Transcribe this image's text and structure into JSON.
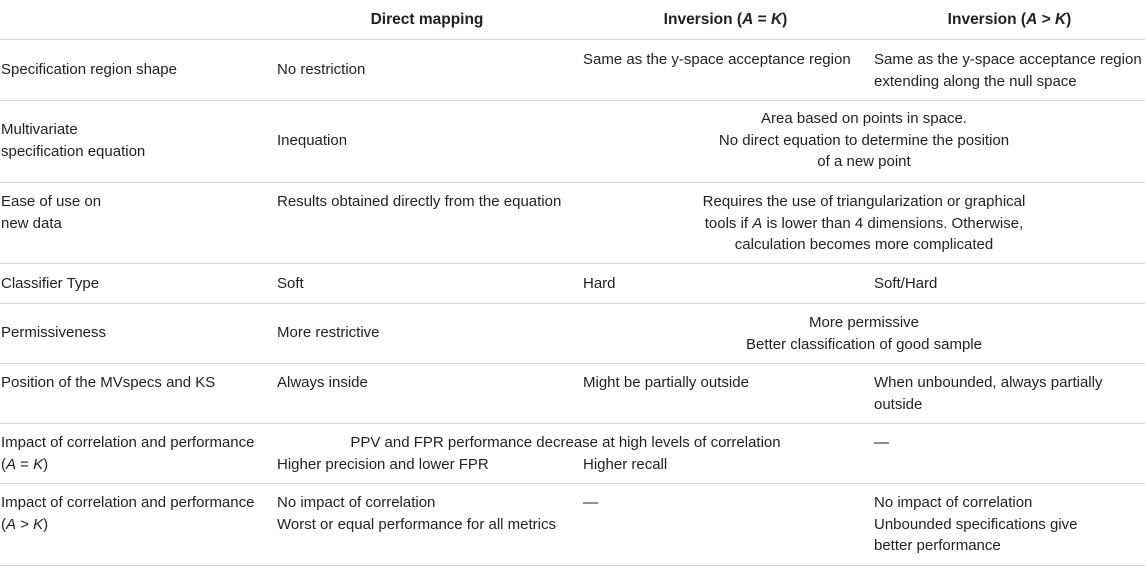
{
  "header": {
    "col1": "Direct mapping",
    "col2_prefix": "Inversion (",
    "col2_a": "A",
    "col2_mid": " = ",
    "col2_k": "K",
    "col2_suffix": ")",
    "col3_prefix": "Inversion (",
    "col3_a": "A",
    "col3_mid": " > ",
    "col3_k": "K",
    "col3_suffix": ")"
  },
  "rows": {
    "shape": {
      "label": "Specification region shape",
      "direct": "No restriction",
      "inv_eq": "Same as the y-space acceptance region",
      "inv_gt": "Same as the y-space acceptance region\nextending along the null space"
    },
    "equation": {
      "label": "Multivariate\nspecification equation",
      "direct": "Inequation",
      "inversion": "Area based on points in space.\nNo direct equation to determine the position\nof a new point"
    },
    "ease": {
      "label": "Ease of use on\nnew data",
      "direct": "Results obtained directly from the equation",
      "inversion_pre": "Requires the use of triangularization or graphical\ntools if ",
      "inversion_var": "A",
      "inversion_post": " is lower than 4 dimensions. Otherwise,\ncalculation becomes more complicated"
    },
    "classifier": {
      "label": "Classifier Type",
      "direct": "Soft",
      "inv_eq": "Hard",
      "inv_gt": "Soft/Hard"
    },
    "permissive": {
      "label": "Permissiveness",
      "direct": "More restrictive",
      "inversion": "More permissive\nBetter classification of good sample"
    },
    "position": {
      "label": "Position of the MVspecs and KS",
      "direct": "Always inside",
      "inv_eq": "Might be partially outside",
      "inv_gt": "When unbounded, always partially\noutside"
    },
    "impact_eq": {
      "label_line1": "Impact of correlation and performance",
      "label_line2_pre": "(",
      "label_a": "A",
      "label_mid": " = ",
      "label_k": "K",
      "label_post": ")",
      "span": "PPV and FPR performance decrease at high levels of correlation",
      "direct": "Higher precision and lower FPR",
      "inv_eq": "Higher recall",
      "inv_gt": "—"
    },
    "impact_gt": {
      "label_line1": "Impact of correlation and performance",
      "label_line2_pre": "(",
      "label_a": "A",
      "label_mid": " > ",
      "label_k": "K",
      "label_post": ")",
      "direct": "No impact of correlation\nWorst or equal performance for all metrics",
      "inv_eq": "—",
      "inv_gt": "No impact of correlation\nUnbounded specifications give\nbetter performance"
    }
  }
}
